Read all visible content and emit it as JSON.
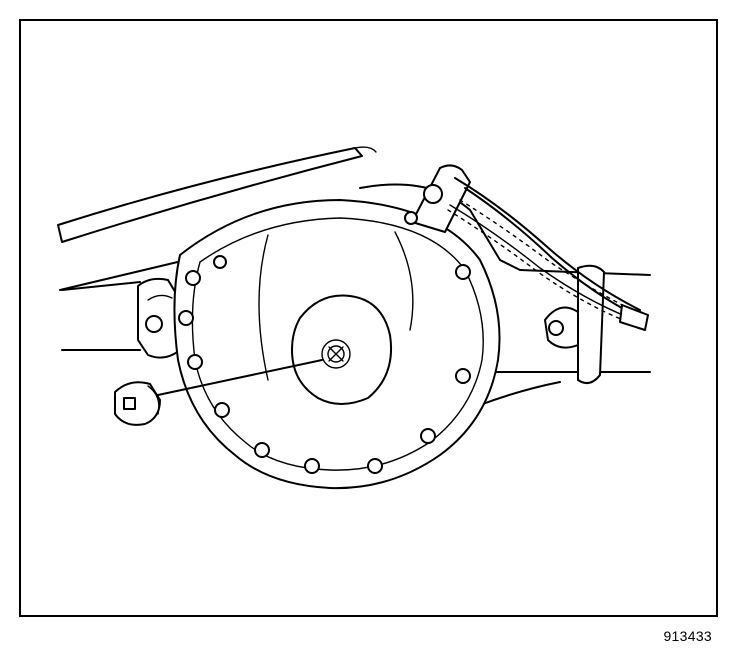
{
  "figure": {
    "number": "913433"
  },
  "parts": [
    {
      "icon": "differential-housing"
    },
    {
      "icon": "drain-plug-icon"
    },
    {
      "icon": "fill-hole"
    },
    {
      "icon": "brake-line"
    },
    {
      "icon": "axle-tube"
    },
    {
      "icon": "frame-rail"
    }
  ],
  "colors": {
    "line": "#000000",
    "background": "#ffffff"
  }
}
